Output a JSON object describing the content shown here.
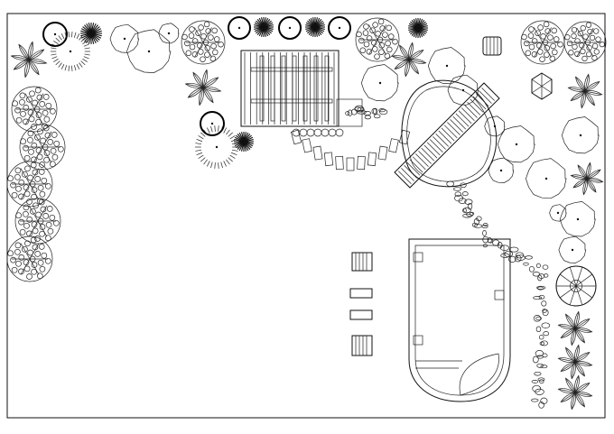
{
  "drawing": {
    "subject": "landscape-site-plan",
    "line_color": "#111111",
    "background": "#ffffff"
  },
  "legend": {},
  "elements": [
    "pergola",
    "footbridge",
    "pond",
    "swimming-pool",
    "sun-loungers",
    "stepping-stones",
    "gravel-path",
    "deciduous-trees",
    "palm-trees",
    "conifers",
    "shrub-clusters",
    "circled-trees"
  ]
}
